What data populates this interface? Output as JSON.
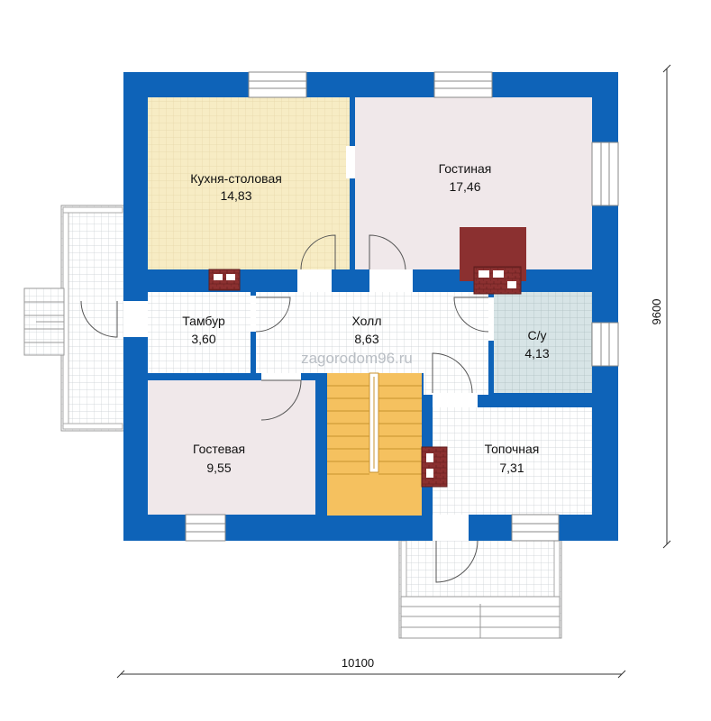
{
  "rooms": [
    {
      "name": "Кухня-столовая",
      "area": "14,83"
    },
    {
      "name": "Гостиная",
      "area": "17,46"
    },
    {
      "name": "Тамбур",
      "area": "3,60"
    },
    {
      "name": "Холл",
      "area": "8,63"
    },
    {
      "name": "С/у",
      "area": "4,13"
    },
    {
      "name": "Гостевая",
      "area": "9,55"
    },
    {
      "name": "Топочная",
      "area": "7,31"
    }
  ],
  "dimensions": {
    "width": "10100",
    "height": "9600"
  },
  "watermark": "zagorodom96.ru",
  "colors": {
    "wall": "#0e63b8",
    "kitchen_floor": "#f7ecc4",
    "living_floor": "#f0e8ea",
    "tile": "#ffffff",
    "bath_tile": "#d7e4e6",
    "stairs": "#f5c15f",
    "chimney": "#8b3030"
  }
}
